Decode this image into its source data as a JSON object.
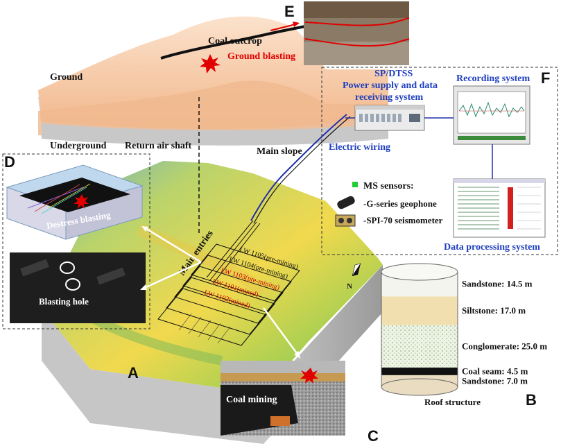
{
  "panel_letters": {
    "a": "A",
    "b": "B",
    "c": "C",
    "d": "D",
    "e": "E",
    "f": "F"
  },
  "surface": {
    "ground": "Ground",
    "underground": "Underground",
    "coal_outcrop": "Coal outcrop",
    "ground_blasting": "Ground blasting",
    "return_air_shaft": "Return air shaft",
    "main_slope": "Main slope",
    "main_entries": "Main entries"
  },
  "longwalls": [
    {
      "label": "LW 1105(pre-mining)",
      "color": "#111111"
    },
    {
      "label": "LW 1104(pre-mining)",
      "color": "#111111"
    },
    {
      "label": "LW 1103(pre-mining)",
      "color": "#cc0000"
    },
    {
      "label": "LW 1101(mined)",
      "color": "#cc0000"
    },
    {
      "label": "LW 1102(mined)",
      "color": "#cc0000"
    }
  ],
  "north_label": "N",
  "panel_d": {
    "destress_blasting": "Destress blasting",
    "blasting_hole": "Blasting hole"
  },
  "panel_f": {
    "sp_title_line1": "SP/DTSS",
    "sp_title_line2": "Power supply and data",
    "sp_title_line3": "receiving system",
    "recording_system": "Recording system",
    "electric_wiring": "Electric wiring",
    "ms_sensors": "MS sensors:",
    "geophone": "-G-series geophone",
    "seismometer": "-SPI-70 seismometer",
    "data_processing": "Data processing system"
  },
  "panel_c": {
    "coal_mining": "Coal mining"
  },
  "roof_structure": {
    "caption": "Roof structure",
    "layers": [
      {
        "label": "Sandstone: 14.5 m",
        "thickness_m": 14.5,
        "color": "#f4f4ee"
      },
      {
        "label": "Siltstone: 17.0 m",
        "thickness_m": 17.0,
        "color": "#f1dfb0"
      },
      {
        "label": "Conglomerate: 25.0 m",
        "thickness_m": 25.0,
        "color": "#eef3e6"
      },
      {
        "label": "Coal seam: 4.5 m",
        "thickness_m": 4.5,
        "color": "#111111"
      },
      {
        "label": "Sandstone: 7.0 m",
        "thickness_m": 7.0,
        "color": "#e9dcc0"
      }
    ]
  },
  "colors": {
    "accent_red": "#e00000",
    "wiring_blue": "#1f2fa8",
    "title_blue": "#1f3fbf",
    "ground_fill": "#f5c6a0",
    "terrain_green": "#9cc83c",
    "terrain_yellow": "#f0d84a",
    "terrain_blue": "#5fa8c8"
  }
}
